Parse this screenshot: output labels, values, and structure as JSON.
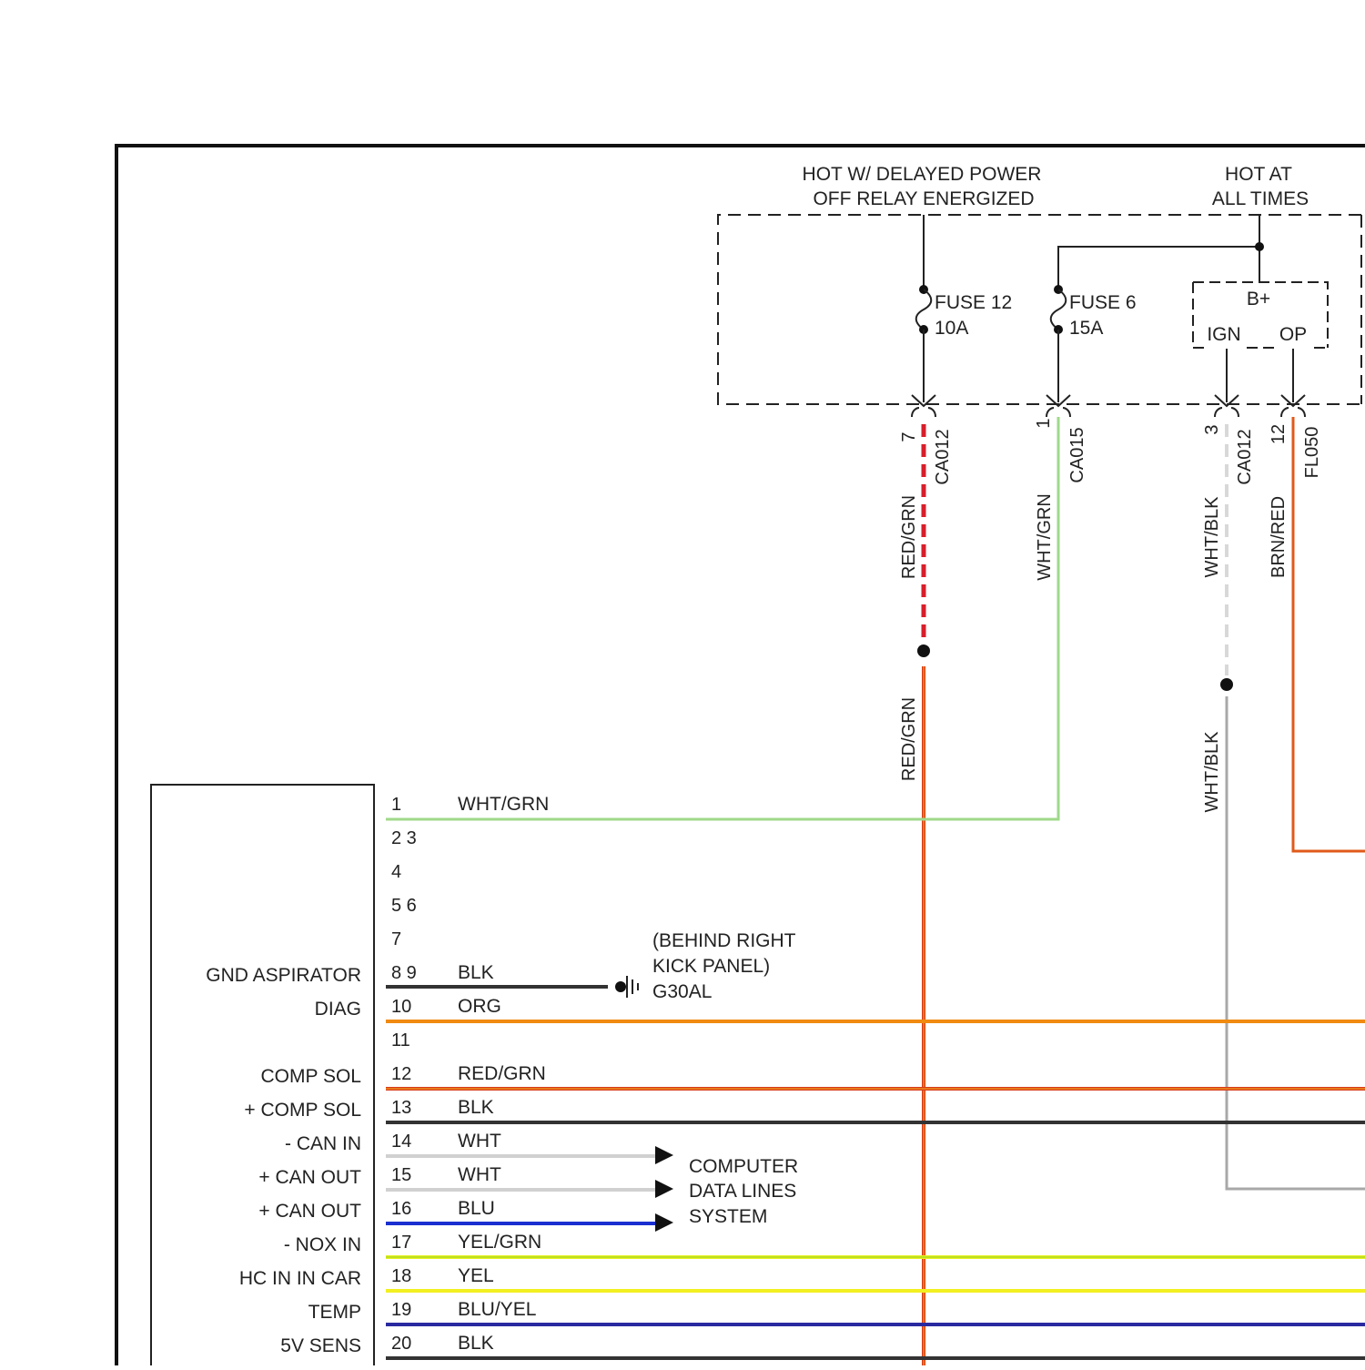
{
  "header": {
    "delayed_line1": "HOT W/ DELAYED POWER",
    "delayed_line2": "OFF RELAY ENERGIZED",
    "hot_line1": "HOT AT",
    "hot_line2": "ALL TIMES"
  },
  "fuses": [
    {
      "name": "FUSE 12",
      "rating": "10A"
    },
    {
      "name": "FUSE 6",
      "rating": "15A"
    }
  ],
  "bplus_box": {
    "title": "B+",
    "left": "IGN",
    "right": "OP"
  },
  "drops": [
    {
      "pin": "7",
      "connector": "CA012",
      "wire": "RED/GRN",
      "color": "#d81e2a",
      "dashed": true
    },
    {
      "pin": "1",
      "connector": "CA015",
      "wire": "WHT/GRN",
      "color": "#9fd98a",
      "dashed": false
    },
    {
      "pin": "3",
      "connector": "CA012",
      "wire": "WHT/BLK",
      "color": "#d8d8d8",
      "dashed": true
    },
    {
      "pin": "12",
      "connector": "FL050",
      "wire": "BRN/RED",
      "color": "#e05a1a",
      "dashed": false
    }
  ],
  "lower_wires": {
    "red_grn": "RED/GRN",
    "wht_blk": "WHT/BLK"
  },
  "module_pins": [
    {
      "pin": "1",
      "wire": "WHT/GRN",
      "label": "",
      "color": "#9fd98a"
    },
    {
      "pin": "2 3",
      "wire": "",
      "label": "",
      "color": ""
    },
    {
      "pin": "4",
      "wire": "",
      "label": "",
      "color": ""
    },
    {
      "pin": "5 6",
      "wire": "",
      "label": "",
      "color": ""
    },
    {
      "pin": "7",
      "wire": "",
      "label": "",
      "color": ""
    },
    {
      "pin": "8 9",
      "wire": "BLK",
      "label": "GND ASPIRATOR",
      "color": "#333333"
    },
    {
      "pin": "10",
      "wire": "ORG",
      "label": "DIAG",
      "color": "#f08a10"
    },
    {
      "pin": "11",
      "wire": "",
      "label": "",
      "color": ""
    },
    {
      "pin": "12",
      "wire": "RED/GRN",
      "label": "COMP SOL",
      "color": "#d83a1a"
    },
    {
      "pin": "13",
      "wire": "BLK",
      "label": "+ COMP SOL",
      "color": "#333333"
    },
    {
      "pin": "14",
      "wire": "WHT",
      "label": "- CAN IN",
      "color": "#d0d0d0"
    },
    {
      "pin": "15",
      "wire": "WHT",
      "label": "+ CAN OUT",
      "color": "#d0d0d0"
    },
    {
      "pin": "16",
      "wire": "BLU",
      "label": "+ CAN OUT",
      "color": "#1a2fd0"
    },
    {
      "pin": "17",
      "wire": "YEL/GRN",
      "label": "- NOX IN",
      "color": "#e8f020"
    },
    {
      "pin": "18",
      "wire": "YEL",
      "label": "HC IN IN CAR",
      "color": "#f2f020"
    },
    {
      "pin": "19",
      "wire": "BLU/YEL",
      "label": "TEMP",
      "color": "#2a2aa0"
    },
    {
      "pin": "20",
      "wire": "BLK",
      "label": "5V SENS",
      "color": "#333333"
    }
  ],
  "ground": {
    "line1": "(BEHIND RIGHT",
    "line2": "KICK PANEL)",
    "id": "G30AL"
  },
  "data_lines": {
    "line1": "COMPUTER",
    "line2": "DATA LINES",
    "line3": "SYSTEM"
  }
}
